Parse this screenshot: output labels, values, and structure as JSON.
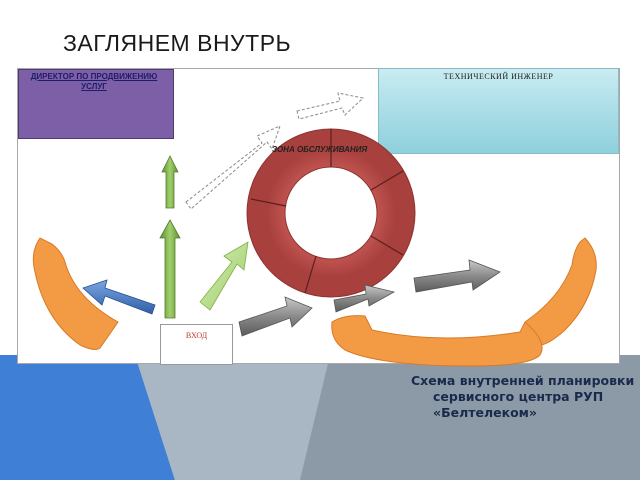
{
  "slide": {
    "title": "ЗАГЛЯНЕМ ВНУТРЬ"
  },
  "diagram": {
    "director_label": "ДИРЕКТОР ПО ПРОДВИЖЕНИЮ УСЛУГ",
    "engineer_label": "ТЕХНИЧЕСКИЙ ИНЖЕНЕР",
    "service_zone_label": "ЗОНА ОБСЛУЖИВАНИЯ",
    "entrance_label": "ВХОД"
  },
  "caption": {
    "line1": "Схема внутренней планировки",
    "line2": "сервисного центра РУП",
    "line3": "«Белтелеком»"
  },
  "colors": {
    "director": "#7c5fa6",
    "engineer": "#a7dce6",
    "ring": "#b94a48",
    "counters": "#f39a45",
    "arrow_blue": "#4a7fc1",
    "arrow_green": "#7aa84a",
    "arrow_grey": "#808080",
    "bg_blue": "#3f7fd6"
  }
}
